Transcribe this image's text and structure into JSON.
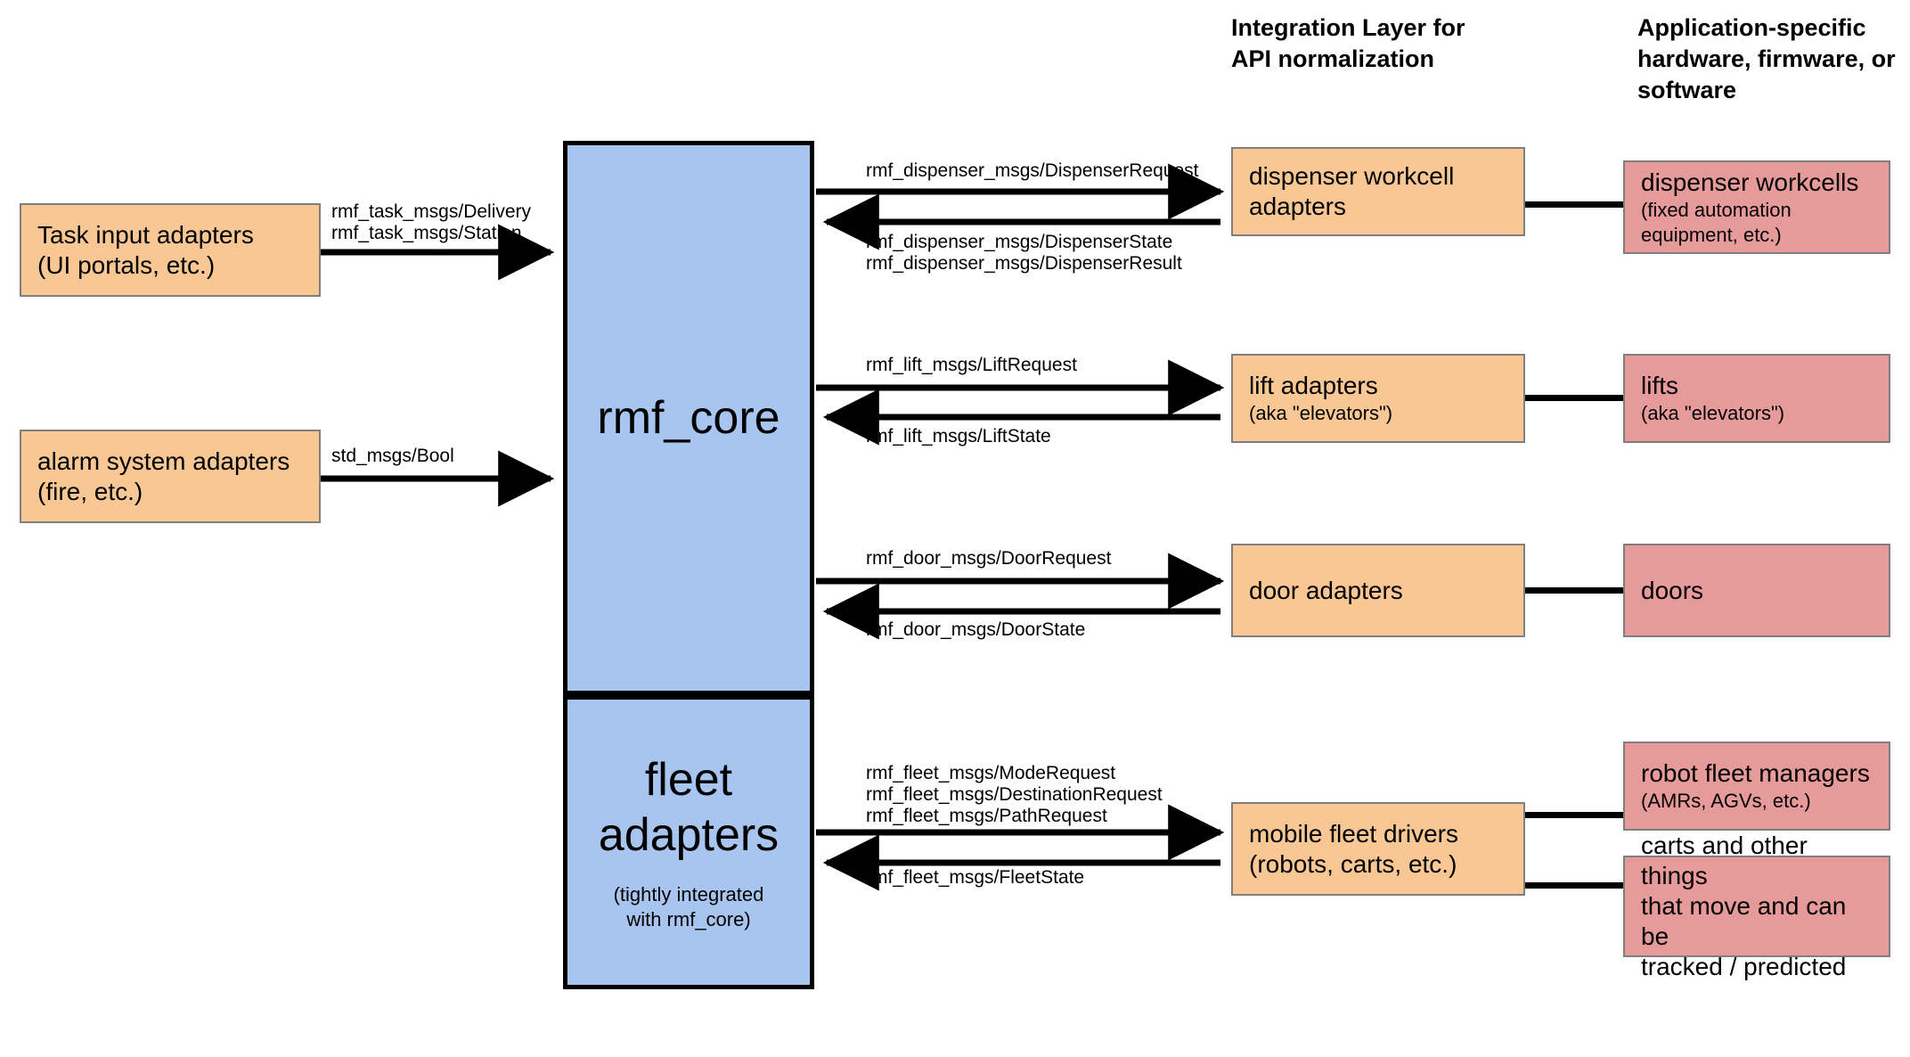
{
  "headers": [
    {
      "id": "integration-layer",
      "text": "Integration Layer for\nAPI normalization"
    },
    {
      "id": "application-specific",
      "text": "Application-specific\nhardware, firmware, or\nsoftware"
    }
  ],
  "core": {
    "top": {
      "title": "rmf_core"
    },
    "bottom": {
      "title": "fleet\nadapters",
      "subtitle": "(tightly integrated\nwith rmf_core)"
    }
  },
  "inputs": [
    {
      "id": "task-input-adapters",
      "title": "Task input adapters",
      "subtitle": "(UI portals, etc.)",
      "message": "rmf_task_msgs/Delivery\nrmf_task_msgs/Station"
    },
    {
      "id": "alarm-system-adapters",
      "title": "alarm system adapters",
      "subtitle": "(fire, etc.)",
      "message": "std_msgs/Bool"
    }
  ],
  "rows": [
    {
      "id": "dispenser",
      "request": "rmf_dispenser_msgs/DispenserRequest",
      "response": "rmf_dispenser_msgs/DispenserState\nrmf_dispenser_msgs/DispenserResult",
      "adapter": {
        "title": "dispenser workcell",
        "subtitle": "adapters"
      },
      "hardware": [
        {
          "title": "dispenser workcells",
          "subtitle": "(fixed automation\nequipment, etc.)"
        }
      ]
    },
    {
      "id": "lift",
      "request": "rmf_lift_msgs/LiftRequest",
      "response": "rmf_lift_msgs/LiftState",
      "adapter": {
        "title": "lift adapters",
        "subtitle": "(aka \"elevators\")"
      },
      "hardware": [
        {
          "title": "lifts",
          "subtitle": "(aka \"elevators\")"
        }
      ]
    },
    {
      "id": "door",
      "request": "rmf_door_msgs/DoorRequest",
      "response": "rmf_door_msgs/DoorState",
      "adapter": {
        "title": "door adapters",
        "subtitle": ""
      },
      "hardware": [
        {
          "title": "doors",
          "subtitle": ""
        }
      ]
    },
    {
      "id": "fleet",
      "request": "rmf_fleet_msgs/ModeRequest\nrmf_fleet_msgs/DestinationRequest\nrmf_fleet_msgs/PathRequest",
      "response": "rmf_fleet_msgs/FleetState",
      "adapter": {
        "title": "mobile fleet drivers",
        "subtitle": "(robots, carts, etc.)"
      },
      "hardware": [
        {
          "title": "robot fleet managers",
          "subtitle": "(AMRs, AGVs, etc.)"
        },
        {
          "title": "carts and other things\nthat move and can be\ntracked / predicted",
          "subtitle": ""
        }
      ]
    }
  ],
  "colors": {
    "adapter_fill": "#f8c794",
    "hardware_fill": "#e79a9a",
    "core_fill": "#a8c5ef",
    "stroke": "#000000",
    "box_border": "#7f7f7f"
  }
}
